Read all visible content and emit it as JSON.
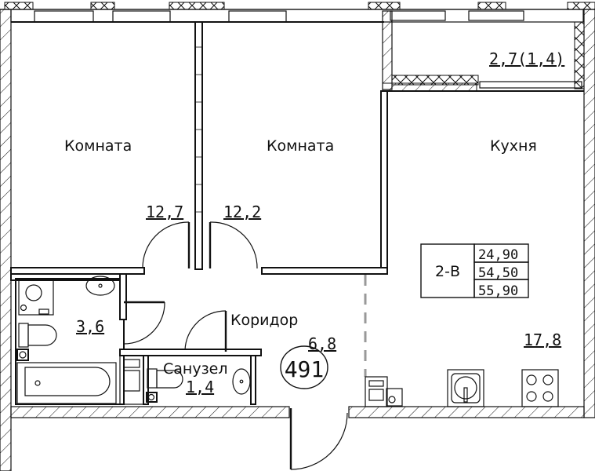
{
  "plan": {
    "apartment_type": "2-В",
    "apartment_number": "491",
    "areas_table": [
      "24,90",
      "54,50",
      "55,90"
    ],
    "rooms": [
      {
        "id": "room1",
        "label": "Комната",
        "area": "12,7"
      },
      {
        "id": "room2",
        "label": "Комната",
        "area": "12,2"
      },
      {
        "id": "kitchen",
        "label": "Кухня",
        "area": "17,8"
      },
      {
        "id": "balcony",
        "label": "",
        "area": "2,7(1,4)"
      },
      {
        "id": "corridor",
        "label": "Коридор",
        "area": "6,8"
      },
      {
        "id": "bathroom",
        "label": "",
        "area": "3,6"
      },
      {
        "id": "wc",
        "label": "Санузел",
        "area": "1,4"
      }
    ],
    "colors": {
      "line": "#111111",
      "background": "#ffffff",
      "dashed": "#999999"
    }
  }
}
